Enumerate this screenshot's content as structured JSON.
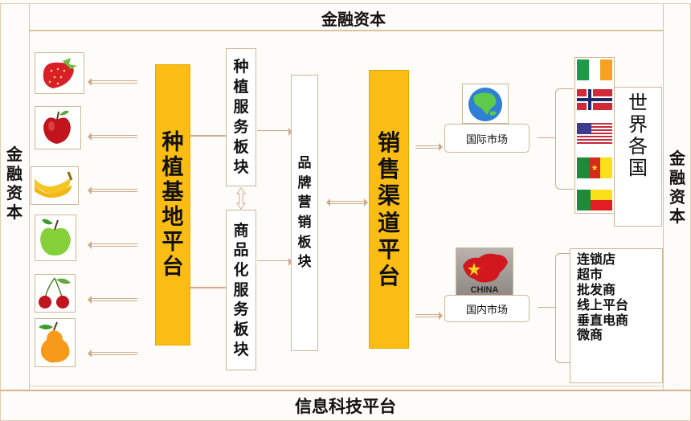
{
  "frame": {
    "top_label": "金融资本",
    "left_label": [
      "金",
      "融",
      "资",
      "本"
    ],
    "right_label": [
      "金",
      "融",
      "资",
      "本"
    ],
    "bottom_label": "信息科技平台"
  },
  "fruits": [
    {
      "name": "strawberry"
    },
    {
      "name": "red-apple"
    },
    {
      "name": "banana"
    },
    {
      "name": "green-apple"
    },
    {
      "name": "cherry"
    },
    {
      "name": "orange-pear"
    }
  ],
  "planting_platform": {
    "chars": [
      "种",
      "植",
      "基",
      "地",
      "平",
      "台"
    ],
    "color": "#fbbd14"
  },
  "planting_service": {
    "chars": [
      "种",
      "植",
      "服",
      "务",
      "板",
      "块"
    ]
  },
  "commodity_service": {
    "chars": [
      "商",
      "品",
      "化",
      "服",
      "务",
      "板",
      "块"
    ]
  },
  "brand_marketing": {
    "chars": [
      "品",
      "牌",
      "营",
      "销",
      "板",
      "块"
    ]
  },
  "sales_platform": {
    "chars": [
      "销",
      "售",
      "渠",
      "道",
      "平",
      "台"
    ],
    "color": "#fbbd14"
  },
  "international_market": {
    "label": "国际市场",
    "icon": "globe-icon"
  },
  "domestic_market": {
    "label": "国内市场",
    "icon": "china-map-icon",
    "icon_text": "CHINA"
  },
  "world_countries": {
    "chars": [
      "世",
      "界",
      "各",
      "国"
    ],
    "flags": [
      "ireland",
      "norway",
      "usa",
      "cameroon",
      "benin"
    ]
  },
  "domestic_channels": [
    "连锁店",
    "超市",
    "批发商",
    "线上平台",
    "垂直电商",
    "微商"
  ]
}
